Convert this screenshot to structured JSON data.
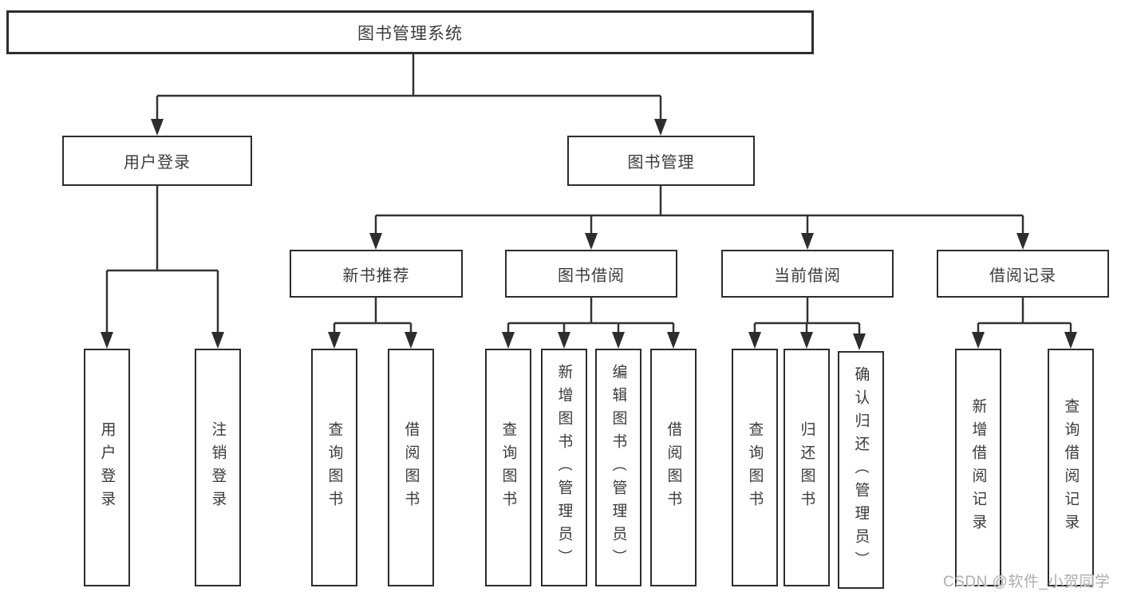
{
  "diagram": {
    "title": "图书管理系统",
    "root": {
      "label": "图书管理系统"
    },
    "branches": [
      {
        "label": "用户登录",
        "children": [
          {
            "label": "用户登录"
          },
          {
            "label": "注销登录"
          }
        ]
      },
      {
        "label": "图书管理",
        "children": [
          {
            "label": "新书推荐",
            "children": [
              {
                "label": "查询图书"
              },
              {
                "label": "借阅图书"
              }
            ]
          },
          {
            "label": "图书借阅",
            "children": [
              {
                "label": "查询图书"
              },
              {
                "label": "新增图书（管理员）"
              },
              {
                "label": "编辑图书（管理员）"
              },
              {
                "label": "借阅图书"
              }
            ]
          },
          {
            "label": "当前借阅",
            "children": [
              {
                "label": "查询图书"
              },
              {
                "label": "归还图书"
              },
              {
                "label": "确认归还（管理员）"
              }
            ]
          },
          {
            "label": "借阅记录",
            "children": [
              {
                "label": "新增借阅记录"
              },
              {
                "label": "查询借阅记录"
              }
            ]
          }
        ]
      }
    ]
  },
  "watermark": {
    "text": "CSDN @软件_小贺同学"
  },
  "colors": {
    "background": "#ffffff",
    "box_border": "#2d2d2d",
    "line": "#333333",
    "text": "#3b3b3b",
    "watermark": "#aeaeae"
  }
}
